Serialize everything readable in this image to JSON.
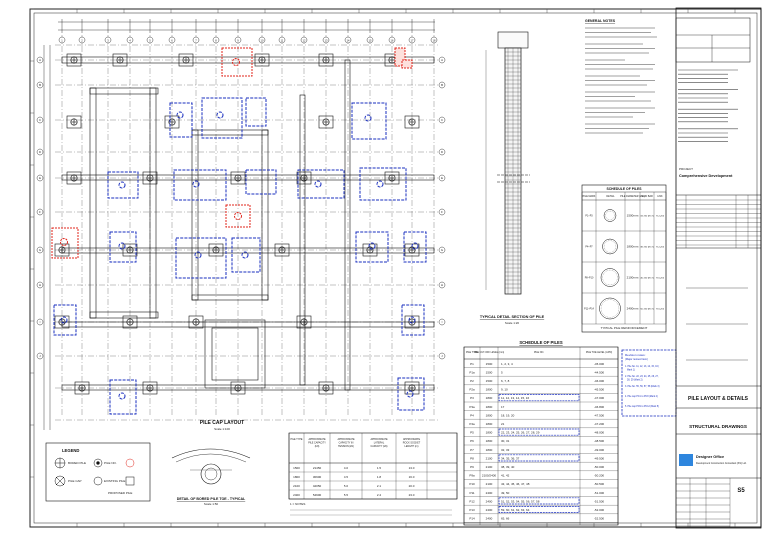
{
  "sheet": {
    "plan_title": "PILE CAP LAYOUT",
    "plan_scale": "Scale 1:100",
    "section_title": "TYPICAL DETAIL SECTION OF PILE",
    "section_scale": "Scale 1:20",
    "schedule_title": "SCHEDULE OF PILES",
    "schedule_headers": [
      "PILE TYPE",
      "PILE CUT-OFF LEVEL (mm)",
      "PILE NO.",
      "PILE TOE LEVEL (mPD)"
    ],
    "schedule_rows": [
      [
        "P1",
        "1500",
        "1, 2, 3, 4",
        "-45.000"
      ],
      [
        "P1a",
        "1500",
        "5",
        "-44.500"
      ],
      [
        "P2",
        "1500",
        "6, 7, 8",
        "-46.000"
      ],
      [
        "P2a",
        "1800",
        "9, 10",
        "-45.500"
      ],
      [
        "P3",
        "1800",
        "11, 12, 13, 14, 15, 16",
        "-47.000"
      ],
      [
        "P3a",
        "1800",
        "17",
        "-46.800"
      ],
      [
        "P4",
        "1800",
        "18, 19, 20",
        "-47.500"
      ],
      [
        "P4a",
        "1800",
        "21",
        "-47.200"
      ],
      [
        "P5",
        "1800",
        "22, 23, 24, 25, 26, 27, 28, 29",
        "-48.000"
      ],
      [
        "P6",
        "1800",
        "30, 31",
        "-48.500"
      ],
      [
        "P7",
        "1800",
        "32, 33",
        "-49.000"
      ],
      [
        "P8",
        "2100",
        "34, 35, 36, 37",
        "-49.500"
      ],
      [
        "P9",
        "2100",
        "38, 39, 40",
        "-50.000"
      ],
      [
        "P9a",
        "2100/2400",
        "41, 42",
        "-50.200"
      ],
      [
        "P10",
        "2100",
        "43, 44, 45, 46, 47, 48",
        "-50.500"
      ],
      [
        "P11",
        "2400",
        "49, 50",
        "-51.000"
      ],
      [
        "P12",
        "2400",
        "51, 52, 53, 54, 55, 56, 57, 58",
        "-51.500"
      ],
      [
        "P13",
        "2400",
        "59, 60, 61, 62, 63, 64",
        "-52.000"
      ],
      [
        "P14",
        "2400",
        "65, 66",
        "-52.500"
      ]
    ],
    "pile_table_title": "SCHEDULE OF PILES",
    "pile_table_headers": [
      "PILE MARK",
      "DETAIL",
      "PILE DIAMETER (mm)",
      "MAIN BAR",
      "LINK"
    ],
    "pile_table_rows": [
      [
        "P1~P3",
        "1500mm",
        "33-T32 (ECT)",
        "T12-200"
      ],
      [
        "P4~P7",
        "1800mm",
        "38-T32 (ECT)",
        "T12-200"
      ],
      [
        "P8~P10",
        "2100mm",
        "46-T40 (ECT)",
        "T16-200"
      ],
      [
        "P11~P14",
        "2400mm",
        "50-T40 (ECT)",
        "T16-200"
      ]
    ],
    "pile_table_note": "TYPICAL PILE REINFORCEMENT",
    "cap_table_headers": [
      "PILE TYPE",
      "APPROXIMATE PILE CAPACITY (kN)",
      "APPROXIMATE CAPACITY IN TENSION (kN)",
      "APPROXIMATE LATERAL CAPACITY (kN)",
      "APPROXIMATE ROCK SOCKET LENGTH (m)"
    ],
    "cap_table_rows": [
      [
        "1500",
        "21450",
        "4.0",
        "1.5",
        "13.0"
      ],
      [
        "1800",
        "30900",
        "4.5",
        "1.8",
        "16.0"
      ],
      [
        "2100",
        "42050",
        "5.0",
        "2.1",
        "20.0"
      ],
      [
        "2400",
        "54900",
        "5.5",
        "2.4",
        "23.0"
      ]
    ],
    "cap_table_footnote": "1 = NOTES",
    "detail_title": "DETAIL OF BORED PILE TOE - TYPICAL",
    "detail_scale": "Scale 1:50",
    "legend_title": "LEGEND",
    "legend_items": [
      "BORED PILE",
      "PILE CAP",
      "PILE NO.",
      "EXISTING PILE",
      "PROPOSED PILE"
    ],
    "revision_box": "Revision notes:",
    "revision_sub": "(Major revised item)",
    "revision_items": [
      "1. Pile No. 11, 12, 13, 14, 15, 16 (Mark 1)",
      "2. Pile No. 22, 23, 24, 25, 26, 27, 28, 29 (Mark 2)",
      "3. Pile No. 55, 56, 57, 58 (Mark 3)",
      "4. Pile cap PC1 to PC8 (Mark 4)",
      "5. Pile cap PC9 to PC12 (Mark 5)"
    ],
    "notes_title": "GENERAL NOTES",
    "project_label": "PROJECT",
    "project_name": "Comprehensive Development",
    "drawing_title": "PILE LAYOUT & DETAILS",
    "discipline": "STRUCTURAL DRAWINGS",
    "company": "Designer Office",
    "company_sub": "Development Construction Consultant (Pvt) Ltd.",
    "sheet_no": "S5",
    "column_numbers": [
      "1",
      "2",
      "3",
      "4",
      "5",
      "6",
      "7",
      "8",
      "9",
      "10",
      "11",
      "12",
      "13",
      "14",
      "15",
      "16",
      "17",
      "18",
      "19"
    ],
    "row_letters": [
      "A",
      "B",
      "C",
      "D",
      "E",
      "F",
      "G",
      "H",
      "I",
      "J"
    ]
  }
}
